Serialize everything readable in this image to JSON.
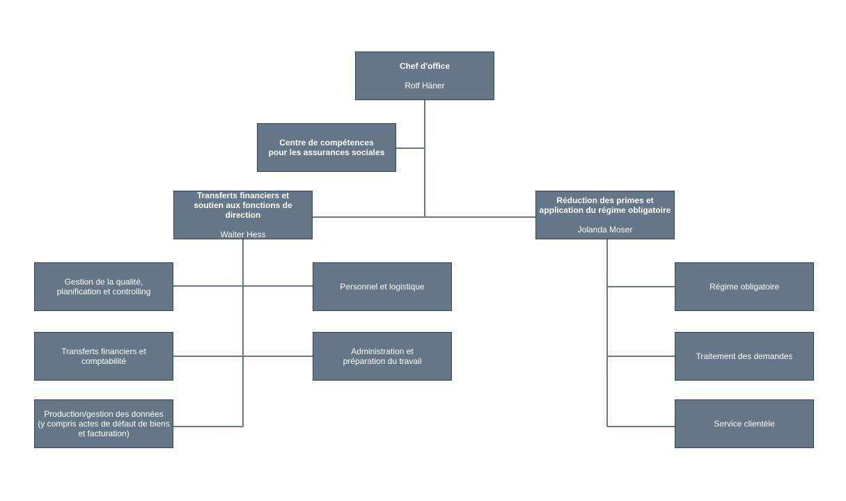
{
  "colors": {
    "box_fill": "#647687",
    "box_border": "#314354",
    "connector": "#647687",
    "text": "#ffffff"
  },
  "nodes": {
    "head": {
      "title": "Chef d'office",
      "person": "Rolf Häner"
    },
    "competence": {
      "title": "Centre de compétences\npour les assurances sociales"
    },
    "transfers_dir": {
      "title": "Transferts financiers et\nsoutien aux fonctions de direction",
      "person": "Walter Hess"
    },
    "reduction": {
      "title": "Réduction des primes et\napplication du régime obligatoire",
      "person": "Jolanda Moser"
    },
    "quality": {
      "title": "Gestion de la qualité,\nplanification et controlling"
    },
    "personnel": {
      "title": "Personnel et logistique"
    },
    "transfers_compta": {
      "title": "Transferts financiers et\ncomptabilité"
    },
    "admin": {
      "title": "Administration et\npréparation du travail"
    },
    "production": {
      "title": "Production/gestion des données\n(y compris actes de défaut de biens\net facturation)"
    },
    "regime": {
      "title": "Régime obligatoire"
    },
    "traitement": {
      "title": "Traitement des demandes"
    },
    "service": {
      "title": "Service clientèle"
    }
  }
}
